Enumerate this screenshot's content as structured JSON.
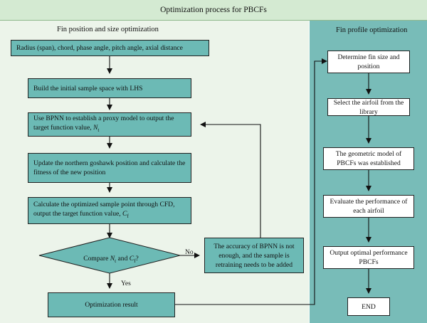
{
  "header": {
    "title": "Optimization process for PBCFs"
  },
  "left_panel": {
    "title": "Fin position and size optimization",
    "steps": [
      "Radius (span), chord, phase angle, pitch angle, axial distance",
      "Build the initial sample space with LHS",
      "Use BPNN to establish a proxy model to output the target function value, Nt",
      "Update the northern goshawk position and calculate the fitness of the new position",
      "Calculate the optimized sample point through CFD, output the target function value, Cf"
    ],
    "decision": "Compare Nt and Cf?",
    "no_label": "No",
    "yes_label": "Yes",
    "retrain_note": "The accuracy of BPNN is not enough, and the sample is retraining needs to be added",
    "result": "Optimization result"
  },
  "right_panel": {
    "title": "Fin profile optimization",
    "steps": [
      "Determine fin size and position",
      "Select the airfoil from the library",
      "The geometric model of PBCFs was established",
      "Evaluate the performance of each airfoil",
      "Output optimal performance PBCFs",
      "END"
    ]
  },
  "colors": {
    "header_bg": "#d4ead2",
    "left_bg": "#ecf4ea",
    "right_bg": "#78bcb8",
    "box_teal": "#6cbab5",
    "box_white": "#ffffff"
  }
}
